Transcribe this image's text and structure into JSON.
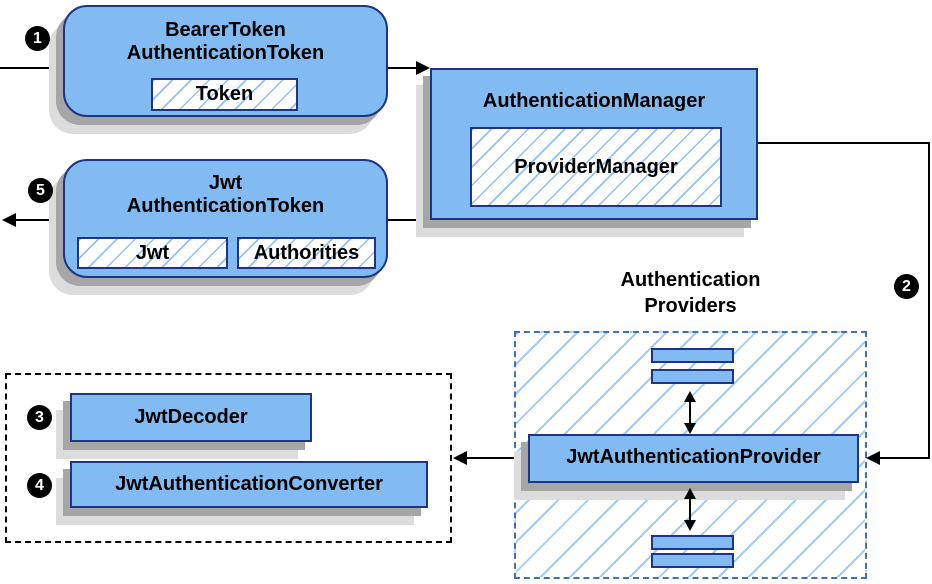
{
  "nodes": {
    "bearer_token": {
      "line1": "BearerToken",
      "line2": "AuthenticationToken",
      "chips": [
        "Token"
      ]
    },
    "authentication_manager": {
      "title": "AuthenticationManager",
      "chips": [
        "ProviderManager"
      ]
    },
    "jwt_authentication_token": {
      "line1": "Jwt",
      "line2": "AuthenticationToken",
      "chips": [
        "Jwt",
        "Authorities"
      ]
    },
    "providers_group": {
      "line1": "Authentication",
      "line2": "Providers"
    },
    "jwt_authentication_provider": {
      "title": "JwtAuthenticationProvider"
    },
    "jwt_decoder": {
      "title": "JwtDecoder"
    },
    "jwt_authentication_converter": {
      "title": "JwtAuthenticationConverter"
    }
  },
  "steps": [
    "1",
    "2",
    "3",
    "4",
    "5"
  ],
  "colors": {
    "node_fill": "#82bbf2",
    "node_border": "#1d3584",
    "hatch_line": "#8dbcee",
    "providers_dash": "#3f6fb5",
    "resolvers_dash": "#000000",
    "connector": "#000000",
    "shadow_dark": "#a6a6a6",
    "shadow_light": "#dcdcdc",
    "badge_bg": "#000000",
    "badge_text": "#ffffff"
  }
}
